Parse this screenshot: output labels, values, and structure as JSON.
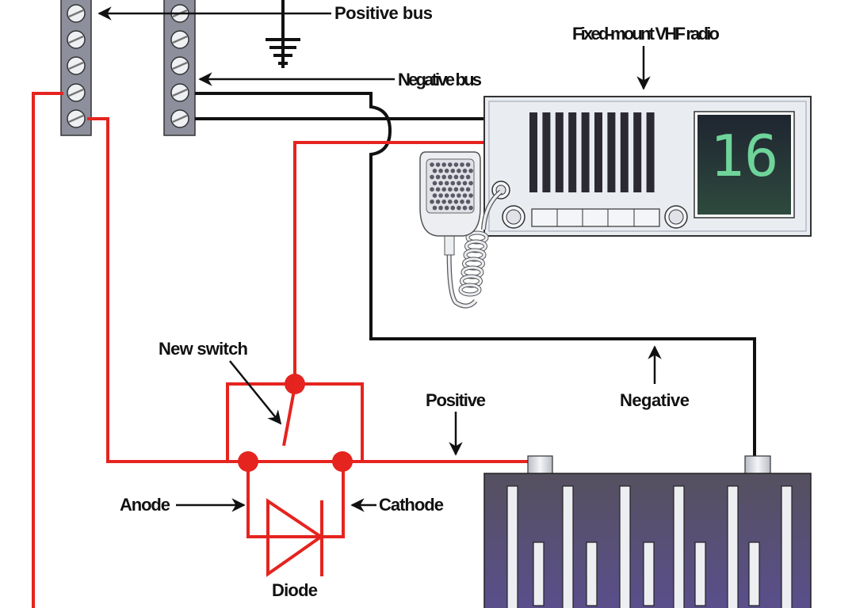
{
  "labels": {
    "positive_bus": "Positive bus",
    "negative_bus": "Negative bus",
    "radio": "Fixed-mount VHF radio",
    "new_switch": "New switch",
    "positive": "Positive",
    "negative": "Negative",
    "anode": "Anode",
    "cathode": "Cathode",
    "diode": "Diode"
  },
  "radio": {
    "channel": "16"
  },
  "colors": {
    "positive_wire": "#e5241f",
    "negative_wire": "#111111",
    "bus_bar": "#8e8f9c",
    "radio_body": "#e9ecf1",
    "display_bg": "#22303a",
    "display_digits": "#6fd49a",
    "battery_top": "#55505f",
    "battery_bottom": "#5a4f8e"
  }
}
